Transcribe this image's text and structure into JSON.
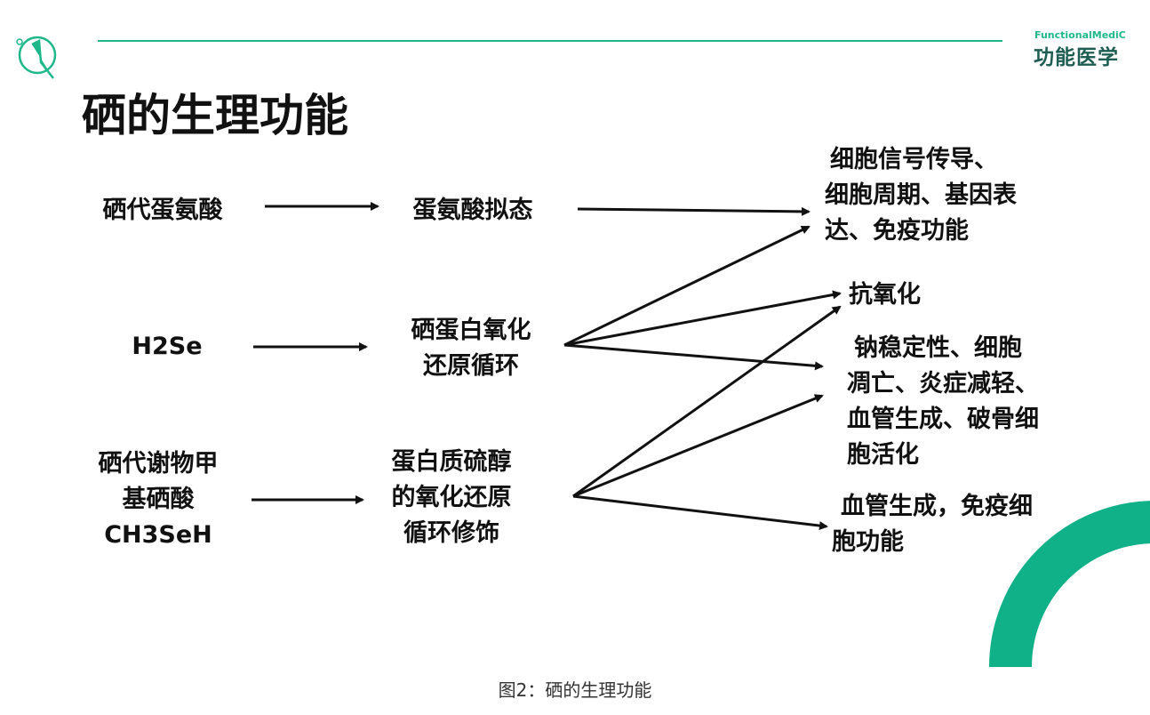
{
  "header": {
    "brand_en": "FunctionalMediC",
    "brand_cn": "功能医学",
    "logo": "bird-in-circle-logo",
    "accent": "#1fb88a"
  },
  "title": "硒的生理功能",
  "diagram": {
    "sources": [
      {
        "lines": [
          "硒代蛋氨酸"
        ]
      },
      {
        "lines": [
          "H2Se"
        ]
      },
      {
        "lines": [
          "硒代谢物甲",
          "基硒酸",
          "CH3SeH"
        ]
      }
    ],
    "mechanisms": [
      {
        "lines": [
          "蛋氨酸拟态"
        ]
      },
      {
        "lines": [
          "硒蛋白氧化",
          "还原循环"
        ]
      },
      {
        "lines": [
          "蛋白质硫醇",
          "的氧化还原",
          "循环修饰"
        ]
      }
    ],
    "functions": [
      {
        "lines": [
          "细胞信号传导、",
          "细胞周期、基因表",
          "达、免疫功能"
        ]
      },
      {
        "lines": [
          "抗氧化"
        ]
      },
      {
        "lines": [
          "钠稳定性、细胞",
          "凋亡、炎症减轻、",
          "血管生成、破骨细",
          "胞活化"
        ]
      },
      {
        "lines": [
          "血管生成，免疫细",
          "胞功能"
        ]
      }
    ]
  },
  "caption": "图2：硒的生理功能"
}
